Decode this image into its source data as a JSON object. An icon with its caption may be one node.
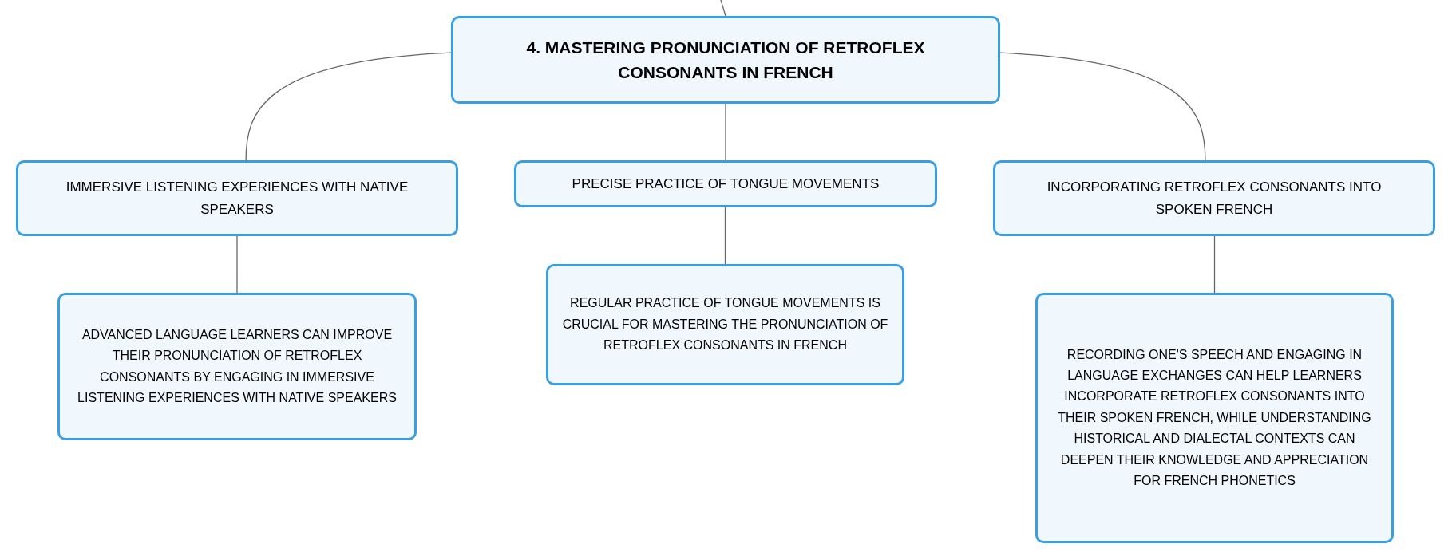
{
  "diagram": {
    "nodes": [
      {
        "text": [
          "4. MASTERING PRONUNCIATION OF RETROFLEX CONSONANTS IN FRENCH"
        ]
      },
      {
        "text": [
          "IMMERSIVE LISTENING EXPERIENCES WITH NATIVE SPEAKERS"
        ]
      },
      {
        "text": [
          "PRECISE PRACTICE OF TONGUE MOVEMENTS"
        ]
      },
      {
        "text": [
          "INCORPORATING RETROFLEX CONSONANTS INTO SPOKEN FRENCH"
        ]
      },
      {
        "text": [
          "ADVANCED LANGUAGE LEARNERS CAN IMPROVE THEIR PRONUNCIATION OF RETROFLEX CONSONANTS BY ENGAGING IN IMMERSIVE LISTENING EXPERIENCES WITH NATIVE SPEAKERS"
        ]
      },
      {
        "text": [
          "REGULAR PRACTICE OF TONGUE MOVEMENTS IS CRUCIAL FOR MASTERING THE PRONUNCIATION OF RETROFLEX CONSONANTS IN FRENCH"
        ]
      },
      {
        "text": [
          "RECORDING ONE'S SPEECH AND ENGAGING IN LANGUAGE EXCHANGES CAN HELP LEARNERS INCORPORATE RETROFLEX CONSONANTS INTO THEIR SPOKEN FRENCH, WHILE UNDERSTANDING HISTORICAL AND DIALECTAL CONTEXTS CAN DEEPEN THEIR KNOWLEDGE AND APPRECIATION FOR FRENCH PHONETICS"
        ]
      }
    ],
    "edges": [
      {
        "from": null,
        "to": 0,
        "arrow": "none"
      },
      {
        "from": 0,
        "to": 1,
        "arrow": "none"
      },
      {
        "from": 0,
        "to": 2,
        "arrow": "none"
      },
      {
        "from": 0,
        "to": 3,
        "arrow": "none"
      },
      {
        "from": 1,
        "to": 4,
        "arrow": "none"
      },
      {
        "from": 2,
        "to": 5,
        "arrow": "none"
      },
      {
        "from": 3,
        "to": 6,
        "arrow": "none"
      }
    ]
  }
}
